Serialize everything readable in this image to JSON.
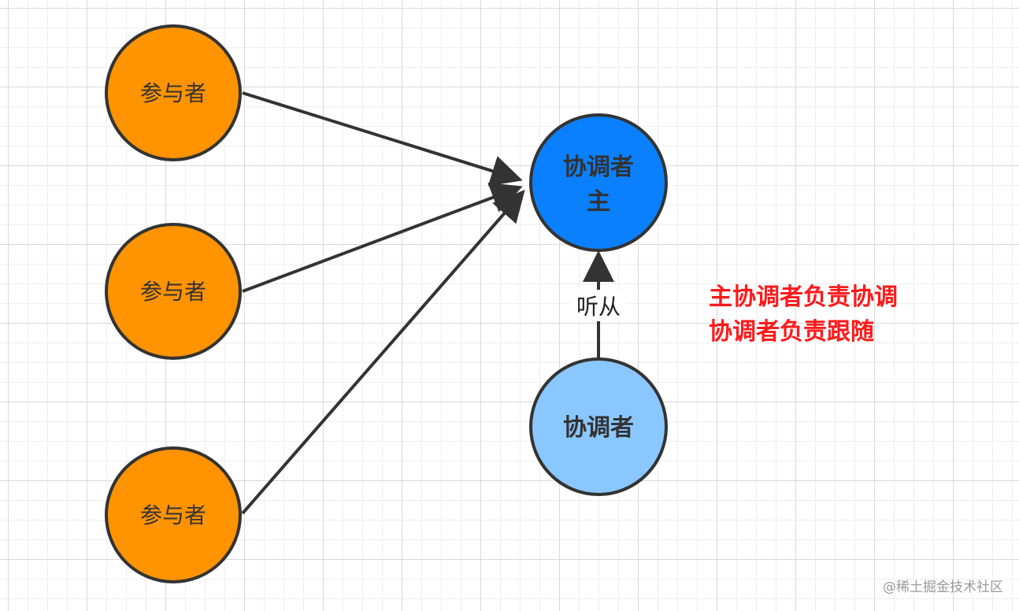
{
  "nodes": {
    "participant_1": "参与者",
    "participant_2": "参与者",
    "participant_3": "参与者",
    "primary_coordinator_line1": "协调者",
    "primary_coordinator_line2": "主",
    "secondary_coordinator": "协调者"
  },
  "edge_labels": {
    "follow": "听从"
  },
  "note": {
    "line1": "主协调者负责协调",
    "line2": "协调者负责跟随"
  },
  "watermark": "@稀土掘金技术社区",
  "colors": {
    "participant_fill": "#FF9300",
    "primary_coordinator_fill": "#0A80FF",
    "secondary_coordinator_fill": "#8AC7FF",
    "stroke": "#333333",
    "note_text": "#FF1A1A"
  }
}
